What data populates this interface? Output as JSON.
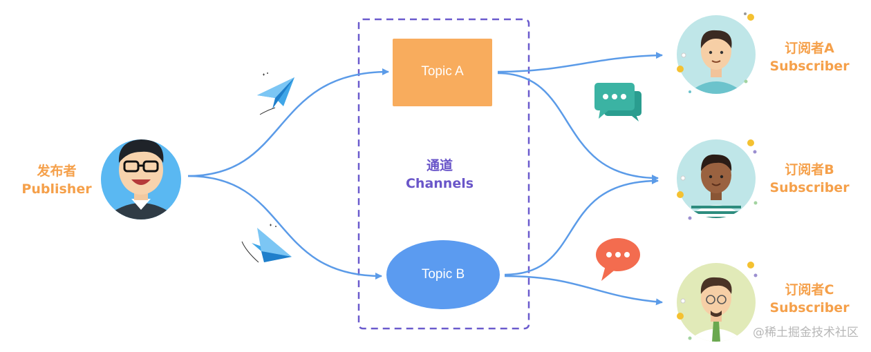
{
  "publisher": {
    "name_cn": "发布者",
    "name_en": "Publisher"
  },
  "channels": {
    "name_cn": "通道",
    "name_en": "Channels"
  },
  "topics": [
    {
      "label": "Topic A",
      "color": "#f8ac5d"
    },
    {
      "label": "Topic B",
      "color": "#5b9bf0"
    }
  ],
  "subscribers": [
    {
      "name_cn": "订阅者A",
      "name_en": "Subscriber"
    },
    {
      "name_cn": "订阅者B",
      "name_en": "Subscriber"
    },
    {
      "name_cn": "订阅者C",
      "name_en": "Subscriber"
    }
  ],
  "watermark": "@稀土掘金技术社区",
  "colors": {
    "arrow": "#5b9be8",
    "accent_orange": "#f5a04a",
    "accent_purple": "#6a56c9",
    "frame": "#6a5acd"
  }
}
